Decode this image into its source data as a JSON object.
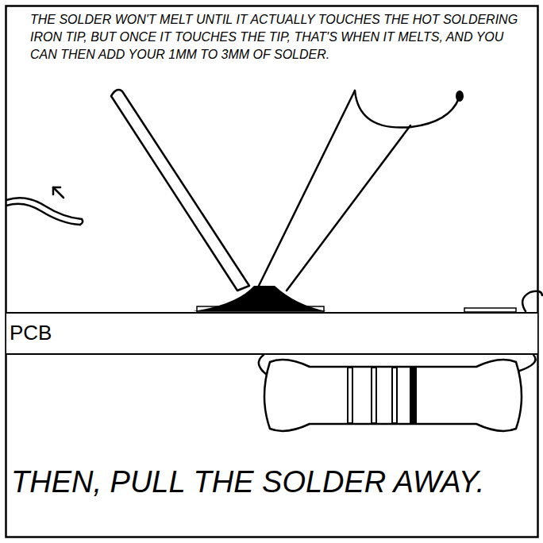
{
  "diagram": {
    "caption": "THEN, PULL THE SOLDER AWAY.",
    "nodes": [
      {
        "text": [
          "PCB"
        ]
      }
    ],
    "labels": [
      "THE SOLDER WON'T MELT UNTIL IT ACTUALLY TOUCHES THE HOT SOLDERING IRON TIP, BUT ONCE IT TOUCHES THE TIP, THAT'S WHEN IT MELTS, AND YOU CAN THEN ADD YOUR 1MM TO 3MM OF SOLDER."
    ]
  }
}
